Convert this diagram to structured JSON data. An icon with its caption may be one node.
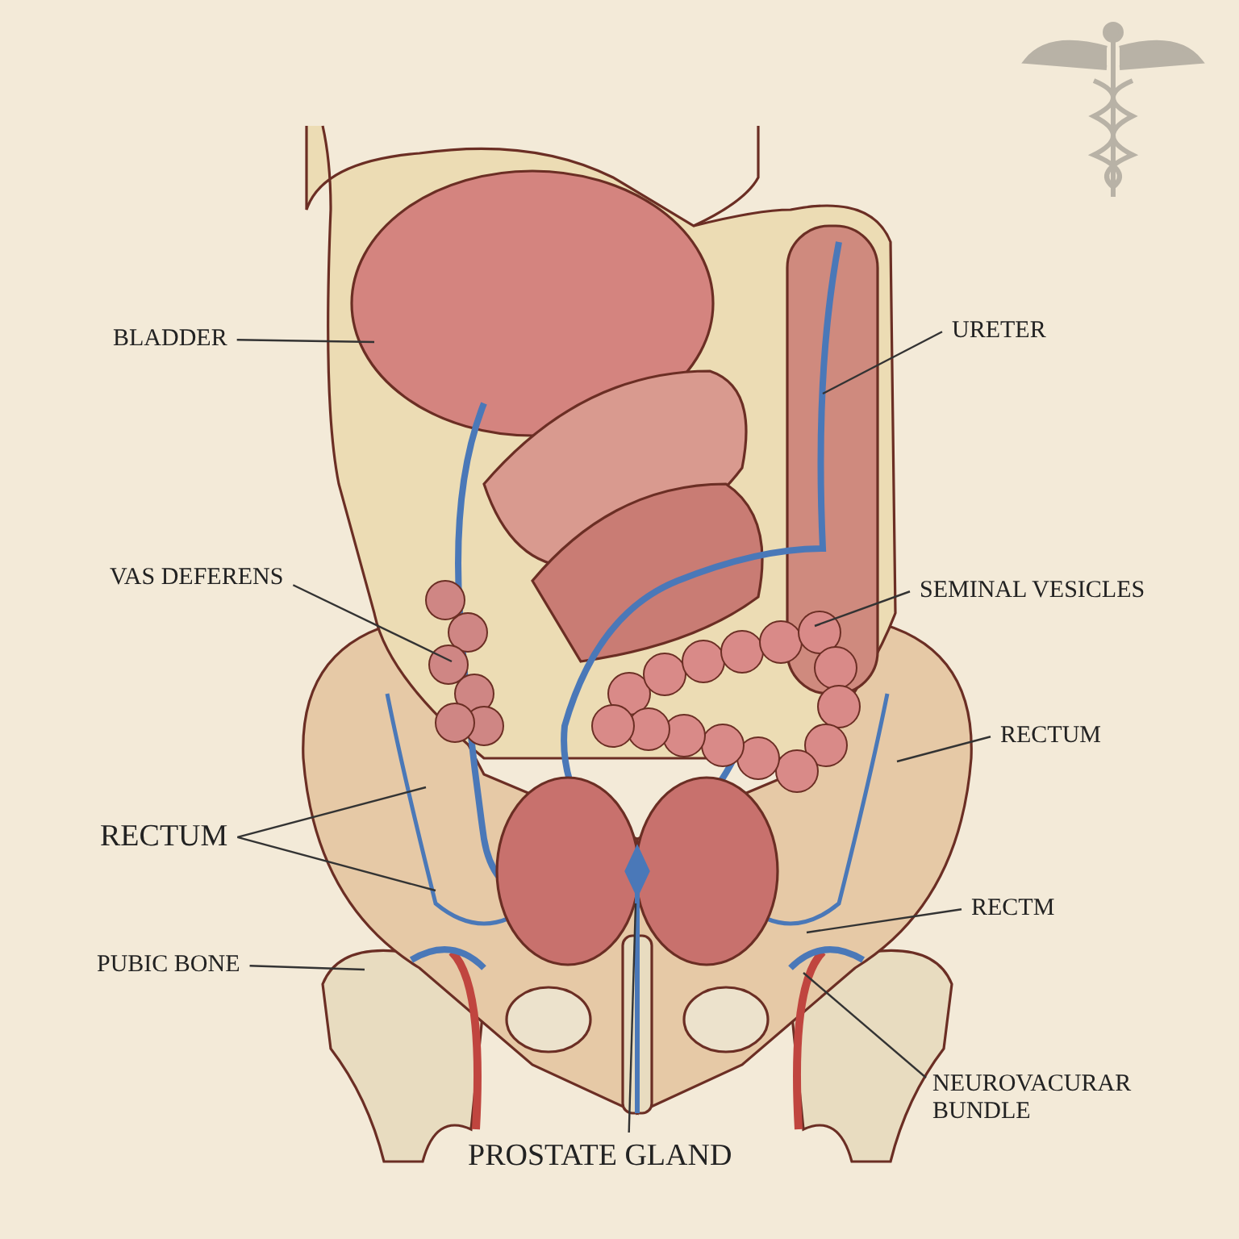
{
  "diagram": {
    "nodes": [
      {
        "text": [
          "BLADDER"
        ]
      },
      {
        "text": [
          "URETER"
        ]
      },
      {
        "text": [
          "VAS DEFERENS"
        ]
      },
      {
        "text": [
          "SEMINAL VESICLES"
        ]
      },
      {
        "text": [
          "RECTUM"
        ]
      },
      {
        "text": [
          "RECTUM"
        ]
      },
      {
        "text": [
          "PUBIC BONE"
        ]
      },
      {
        "text": [
          "RECTM"
        ]
      },
      {
        "text": [
          "NEUROVACURAR BUNDLE"
        ]
      },
      {
        "text": [
          "PROSTATE GLAND"
        ]
      }
    ],
    "edges": [
      {
        "from": 0,
        "to": null,
        "arrow": "none"
      },
      {
        "from": 1,
        "to": null,
        "arrow": "none"
      },
      {
        "from": 2,
        "to": null,
        "arrow": "none"
      },
      {
        "from": 3,
        "to": null,
        "arrow": "none"
      },
      {
        "from": 4,
        "to": null,
        "arrow": "none"
      },
      {
        "from": 5,
        "to": null,
        "arrow": "none"
      },
      {
        "from": 5,
        "to": null,
        "arrow": "none"
      },
      {
        "from": 6,
        "to": null,
        "arrow": "none"
      },
      {
        "from": 7,
        "to": null,
        "arrow": "none"
      },
      {
        "from": 8,
        "to": null,
        "arrow": "none"
      },
      {
        "from": 9,
        "to": null,
        "arrow": "none"
      }
    ]
  }
}
